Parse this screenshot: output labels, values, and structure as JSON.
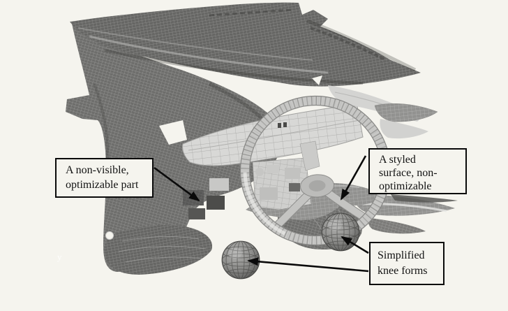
{
  "figure": {
    "watermark": "y",
    "background_color": "#f5f4ee"
  },
  "annotations": {
    "non_visible_part": {
      "lines": [
        "A non-visible,",
        "optimizable part"
      ]
    },
    "styled_surface": {
      "lines": [
        "A styled",
        "surface, non-",
        "optimizable"
      ]
    },
    "knee_forms": {
      "lines": [
        "Simplified",
        "knee forms"
      ]
    }
  },
  "colors": {
    "annotation_border": "#0a0a0a",
    "annotation_text": "#111111",
    "arrow": "#0a0a0a",
    "mesh_dark": "#676765",
    "mesh_mid": "#929290",
    "mesh_light": "#d8d8d6",
    "wheel_rim": "#c7c7c5"
  }
}
